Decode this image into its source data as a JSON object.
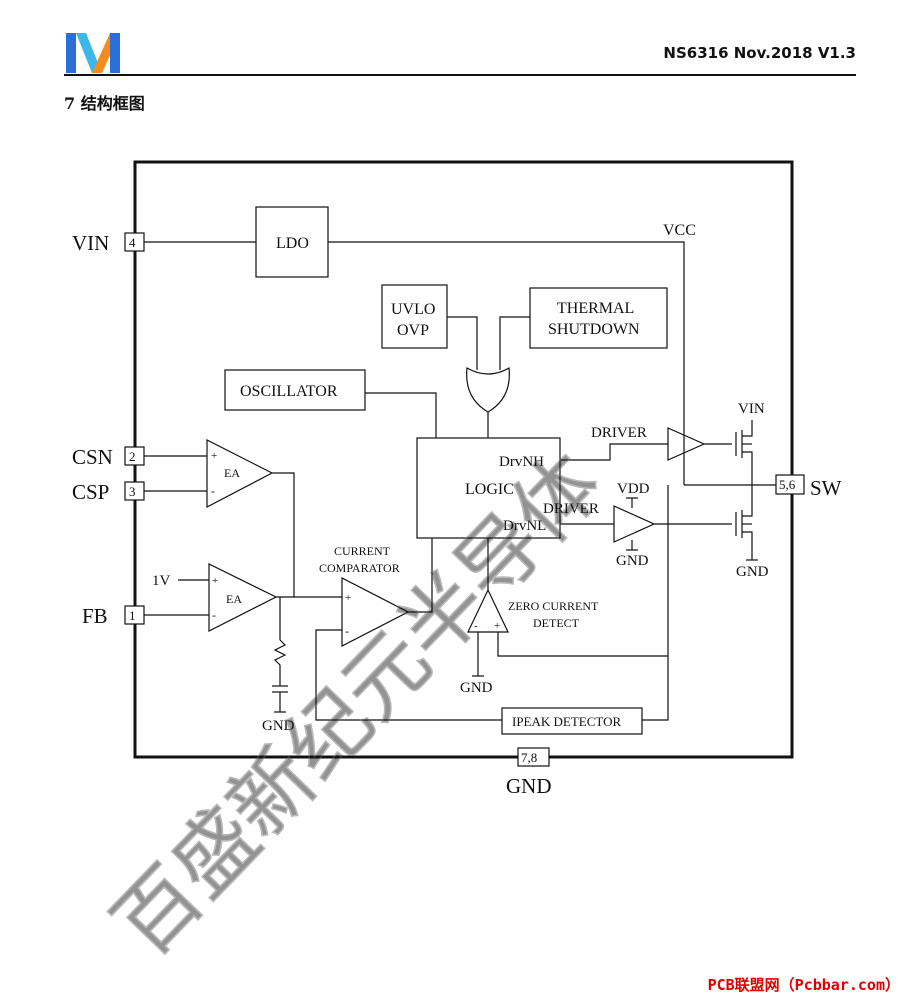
{
  "header": {
    "doc_id": "NS6316 Nov.2018 V1.3",
    "section_title": "7  结构框图"
  },
  "pins": {
    "vin": {
      "name": "VIN",
      "num": "4"
    },
    "csn": {
      "name": "CSN",
      "num": "2"
    },
    "csp": {
      "name": "CSP",
      "num": "3"
    },
    "fb": {
      "name": "FB",
      "num": "1"
    },
    "sw": {
      "name": "SW",
      "num": "5,6"
    },
    "gnd": {
      "name": "GND",
      "num": "7,8"
    }
  },
  "blocks": {
    "ldo": "LDO",
    "uvlo_line1": "UVLO",
    "uvlo_line2": "OVP",
    "thermal_line1": "THERMAL",
    "thermal_line2": "SHUTDOWN",
    "oscillator": "OSCILLATOR",
    "logic": "LOGIC",
    "drv_nh": "DrvNH",
    "drv_nl": "DrvNL",
    "ipeak": "IPEAK DETECTOR",
    "ea": "EA",
    "cc_line1": "CURRENT",
    "cc_line2": "COMPARATOR",
    "zcd_line1": "ZERO CURRENT",
    "zcd_line2": "DETECT",
    "driver": "DRIVER"
  },
  "labels": {
    "vcc": "VCC",
    "vin_top": "VIN",
    "vdd": "VDD",
    "gnd": "GND",
    "ref_1v": "1V",
    "plus": "+",
    "minus": "-"
  },
  "watermark": "百盛新纪元半导体",
  "footer": "PCB联盟网（Pcbbar.com）",
  "colors": {
    "logo_blue": "#2a6fd6",
    "logo_cyan": "#3bb8e8",
    "logo_orange": "#f28c1e",
    "footer_red": "#e00000"
  }
}
